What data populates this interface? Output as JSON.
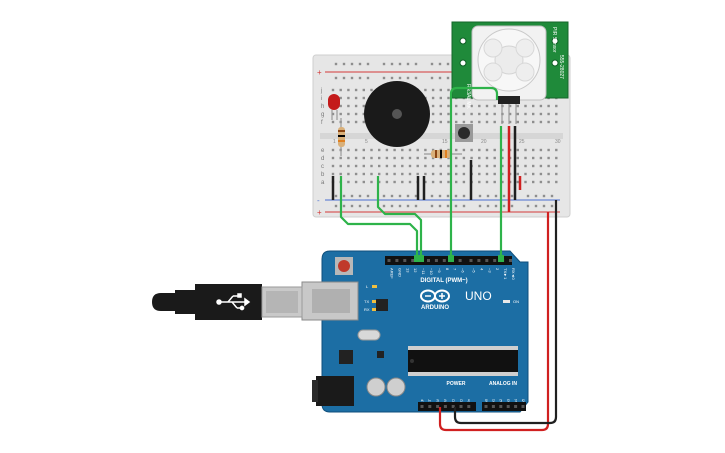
{
  "colors": {
    "background": "#ffffff",
    "breadboard": "#e8e8e8",
    "rail_red": "#d43a3a",
    "rail_blue": "#4a6fd0",
    "arduino_blue": "#1c6ea4",
    "arduino_dark": "#0f4f7c",
    "pir_green": "#1f8a3a",
    "wire_green": "#2eb34a",
    "wire_black": "#202020",
    "wire_red": "#d02020",
    "led_red": "#c41a1a",
    "buzzer": "#1a1a1a",
    "button": "#2a2a2a",
    "usb_cable": "#1a1a1a"
  },
  "breadboard": {
    "column_numbers": [
      "1",
      "5",
      "10",
      "15",
      "20",
      "25",
      "30"
    ],
    "row_letters_top": [
      "j",
      "i",
      "h",
      "g",
      "f"
    ],
    "row_letters_bottom": [
      "e",
      "d",
      "c",
      "b",
      "a"
    ],
    "rail_plus": "+",
    "rail_minus": "-"
  },
  "pir_sensor": {
    "label_left": "Rlk3AL MK",
    "label_right": "PIR Sensor",
    "label_small": "Rev 6",
    "label_code": "555-28027"
  },
  "arduino": {
    "brand": "ARDUINO",
    "model": "UNO",
    "digital_label": "DIGITAL (PWM~)",
    "power_label": "POWER",
    "analog_label": "ANALOG IN",
    "on_label": "ON",
    "led_l": "L",
    "led_tx": "TX",
    "led_rx": "RX",
    "digital_pins": [
      "AREF",
      "GND",
      "13",
      "12",
      "~11",
      "~10",
      "~9",
      "8",
      "7",
      "~6",
      "~5",
      "4",
      "~3",
      "2",
      "TX►1",
      "RX◄0"
    ],
    "power_pins": [
      "IOREF",
      "RESET",
      "3.3V",
      "5V",
      "GND",
      "GND",
      "Vin"
    ],
    "analog_pins": [
      "A0",
      "A1",
      "A2",
      "A3",
      "A4",
      "A5"
    ]
  },
  "components": {
    "led": "Red LED",
    "resistor": "Resistor",
    "buzzer": "Piezo buzzer",
    "button": "Push button",
    "usb": "USB cable"
  }
}
